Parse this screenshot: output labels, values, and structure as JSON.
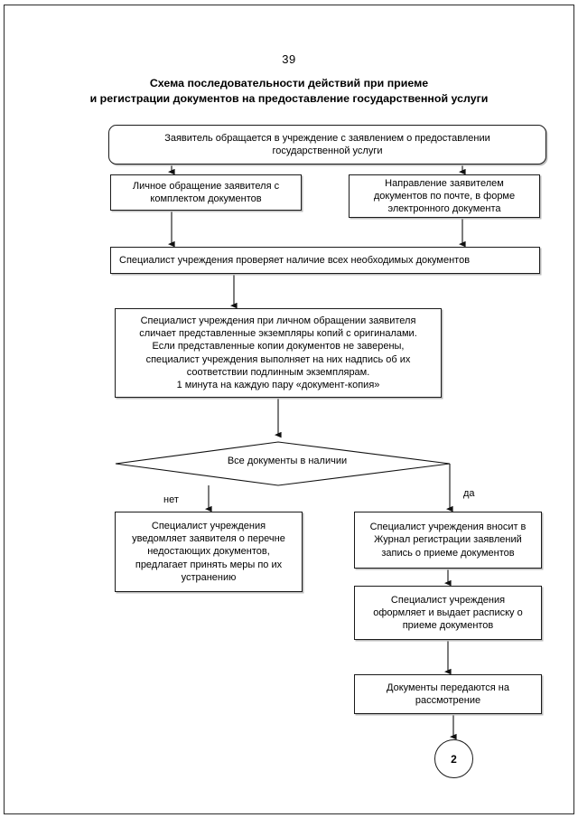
{
  "page": {
    "number": "39",
    "title_line1": "Схема последовательности действий при приеме",
    "title_line2": "и регистрации документов на предоставление государственной услуги"
  },
  "flowchart": {
    "type": "flowchart",
    "nodes": [
      {
        "id": "start",
        "shape": "rounded-rectangle",
        "text": "Заявитель обращается в учреждение с заявлением о предоставлении\nгосударственной услуги"
      },
      {
        "id": "personal",
        "shape": "rectangle",
        "text": "Личное обращение заявителя с\nкомплектом документов"
      },
      {
        "id": "mail",
        "shape": "rectangle",
        "text": "Направление заявителем\nдокументов по почте, в форме\nэлектронного документа"
      },
      {
        "id": "check",
        "shape": "rectangle",
        "text": "Специалист учреждения проверяет наличие всех необходимых документов"
      },
      {
        "id": "compare",
        "shape": "rectangle",
        "text": "Специалист учреждения при личном обращении заявителя\nсличает представленные экземпляры копий с оригиналами.\nЕсли представленные копии документов не заверены,\nспециалист учреждения выполняет на них надпись об их\nсоответствии подлинным экземплярам.\n1 минута на каждую пару «документ-копия»"
      },
      {
        "id": "decision",
        "shape": "diamond",
        "text": "Все документы в наличии"
      },
      {
        "id": "notify",
        "shape": "rectangle",
        "text": "Специалист учреждения\nуведомляет заявителя о перечне\nнедостающих документов,\nпредлагает принять меры по их\nустранению"
      },
      {
        "id": "journal",
        "shape": "rectangle",
        "text": "Специалист учреждения вносит в\nЖурнал регистрации заявлений\nзапись о приеме документов"
      },
      {
        "id": "receipt",
        "shape": "rectangle",
        "text": "Специалист учреждения\nоформляет и выдает расписку о\nприеме документов"
      },
      {
        "id": "transfer",
        "shape": "rectangle",
        "text": "Документы передаются на\nрассмотрение"
      },
      {
        "id": "connector",
        "shape": "circle",
        "text": "2"
      }
    ],
    "branch_labels": {
      "no": "нет",
      "yes": "да"
    },
    "colors": {
      "stroke": "#1a1a1a",
      "fill": "#ffffff",
      "shadow": "#bdbdbd",
      "text": "#000000"
    }
  }
}
